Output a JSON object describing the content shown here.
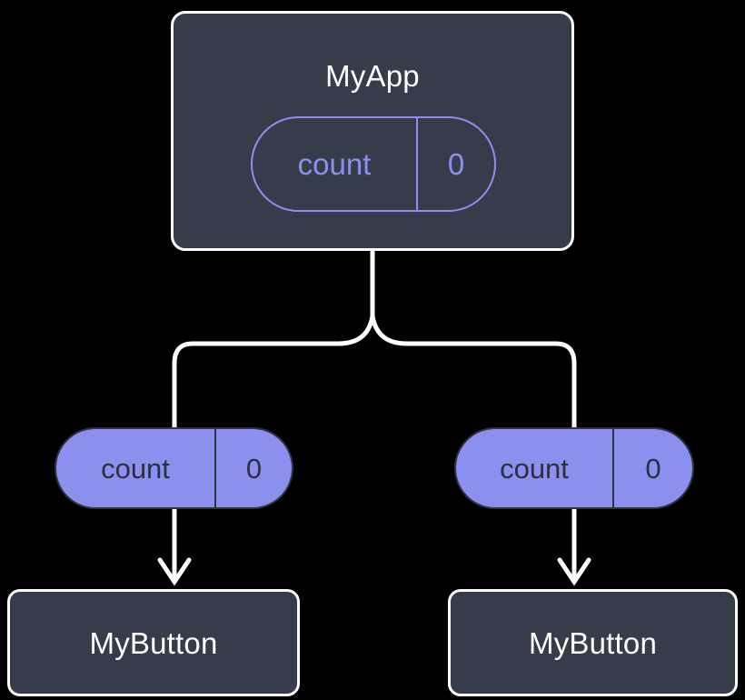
{
  "diagram": {
    "type": "component-state-tree",
    "background_color": "#000000",
    "palette": {
      "node_fill": "#363c4a",
      "node_border": "#ffffff",
      "accent_purple": "#8b90ee",
      "pill_text_dark": "#2b303c",
      "edge_color": "#ffffff"
    },
    "root": {
      "title": "MyApp",
      "state_pill": {
        "key": "count",
        "value": "0",
        "style": "outlined"
      }
    },
    "children": [
      {
        "id": "left",
        "prop_pill": {
          "key": "count",
          "value": "0",
          "style": "filled"
        },
        "title": "MyButton"
      },
      {
        "id": "right",
        "prop_pill": {
          "key": "count",
          "value": "0",
          "style": "filled"
        },
        "title": "MyButton"
      }
    ],
    "edges": [
      {
        "name": "root-to-fork",
        "kind": "line"
      },
      {
        "name": "fork-to-left-pill",
        "kind": "elbow"
      },
      {
        "name": "fork-to-right-pill",
        "kind": "elbow"
      },
      {
        "name": "left-pill-to-left-button",
        "kind": "arrow"
      },
      {
        "name": "right-pill-to-right-button",
        "kind": "arrow"
      }
    ]
  }
}
